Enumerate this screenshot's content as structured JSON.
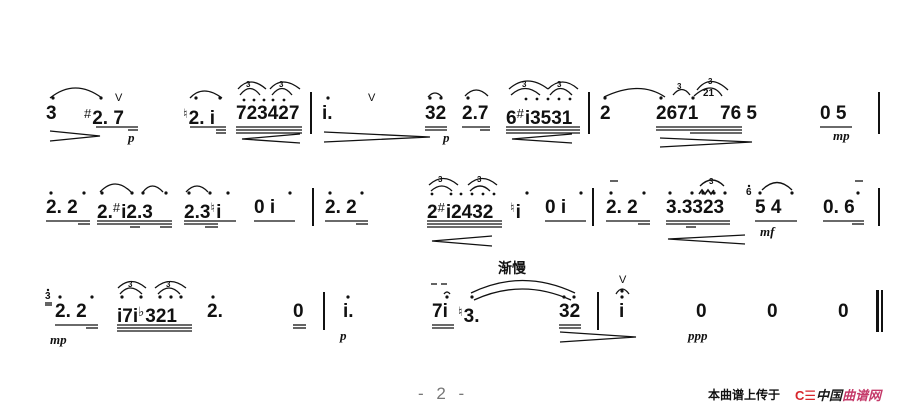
{
  "score": {
    "systems": [
      {
        "measures": [
          {
            "notes": [
              "3̇",
              "#2̇. 7",
              "♮2̇. i̇",
              "723427"
            ],
            "dynamics": [
              "p"
            ],
            "hairpins": [
              "decrescendo",
              "crescendo"
            ],
            "breath_mark": "V"
          },
          {
            "notes": [
              "i̇.",
              "3̇2̇",
              "2̇.7",
              "6#i̇3̇5̇3̇i̇"
            ],
            "dynamics": [
              "p"
            ],
            "hairpins": [
              "decrescendo",
              "crescendo"
            ],
            "breath_mark": "V"
          },
          {
            "notes": [
              "2̇",
              "2̇67i̇",
              "76",
              "5"
            ],
            "grace": "2̇i̇",
            "hairpins": [
              "decrescendo"
            ]
          },
          {
            "notes": [
              "0",
              "5"
            ],
            "dynamics": [
              "mp"
            ]
          }
        ]
      },
      {
        "measures": [
          {
            "notes": [
              "2̇. 2̇",
              "2̇. #i̇2̇.3̇",
              "2̇.3̇♮i̇",
              "0 i̇"
            ]
          },
          {
            "notes": [
              "2̇. 2̇",
              "2̇#i̇2̇4̇3̇2̇",
              "♮i̇",
              "0 i̇"
            ],
            "hairpins": [
              "crescendo"
            ]
          },
          {
            "notes": [
              "2̇. 2̇",
              "3̇.3̇3̇2̇3̇",
              "5̇ 4̇",
              "0. 6̇"
            ],
            "grace": "6̇",
            "dynamics": [
              "mf"
            ],
            "hairpins": [
              "crescendo"
            ]
          }
        ]
      },
      {
        "measures": [
          {
            "notes": [
              "2̇. 2̇",
              "i̇7i̇♭3̇2̇i̇",
              "2̇.",
              "0"
            ],
            "grace": "3̇",
            "dynamics": [
              "mp"
            ]
          },
          {
            "notes": [
              "i̇.",
              "7i̇",
              "♮3̇.",
              "3̇2̇"
            ],
            "dynamics": [
              "p"
            ],
            "tempo": "渐慢",
            "hairpins": [
              "decrescendo"
            ]
          },
          {
            "notes": [
              "i̇",
              "0",
              "0",
              "0"
            ],
            "dynamics": [
              "ppp"
            ],
            "fermata": true,
            "breath_mark": "V"
          }
        ]
      }
    ],
    "labels": {
      "s1": {
        "a": "3",
        "b_acc": "#",
        "b": "2. 7",
        "c_acc": "♮",
        "c": "2. i",
        "d": "723427",
        "e": "i.",
        "f": "32",
        "g": "2.7",
        "h": "6",
        "h_acc": "#",
        "h2": "i3531",
        "i": "2",
        "j": "2671",
        "j2": "76 5",
        "grace": "21",
        "k": "0 5",
        "dyn1": "p",
        "dyn2": "p",
        "dyn3": "mp",
        "breath1": "V",
        "breath2": "V"
      },
      "s2": {
        "a": "2. 2",
        "b": "2.",
        "b_acc": "#",
        "b2": "i2.3",
        "c": "2.3",
        "c_acc": "♮",
        "c2": "i",
        "d": "0  i",
        "e": "2. 2",
        "f": "2",
        "f_acc": "#",
        "f2": "i2432",
        "g_acc": "♮",
        "g": "i",
        "h": "0  i",
        "i": "2. 2",
        "j": "3.3323",
        "grace": "6",
        "k": "5   4",
        "l": "0. 6",
        "dyn1": "mf"
      },
      "s3": {
        "grace": "3",
        "a": "2. 2",
        "b": "i7i",
        "b_acc": "♭",
        "b2": "321",
        "c": "2.",
        "d": "0",
        "e": "i.",
        "f": "7i",
        "g_acc": "♮",
        "g": "3.",
        "h": "32",
        "i": "i",
        "j": "0",
        "k": "0",
        "l": "0",
        "dyn1": "mp",
        "dyn2": "p",
        "dyn3": "ppp",
        "tempo": "渐慢",
        "breath": "V"
      }
    }
  },
  "footer": {
    "page_number": "- 2 -",
    "credit": "本曲谱上传于",
    "logo_mark": "C☰",
    "logo_text_1": "中国",
    "logo_text_2": "曲谱网"
  },
  "colors": {
    "ink": "#111111",
    "page_number": "#777777",
    "logo_red": "#d8262c",
    "logo_pink": "#c53a6a"
  }
}
